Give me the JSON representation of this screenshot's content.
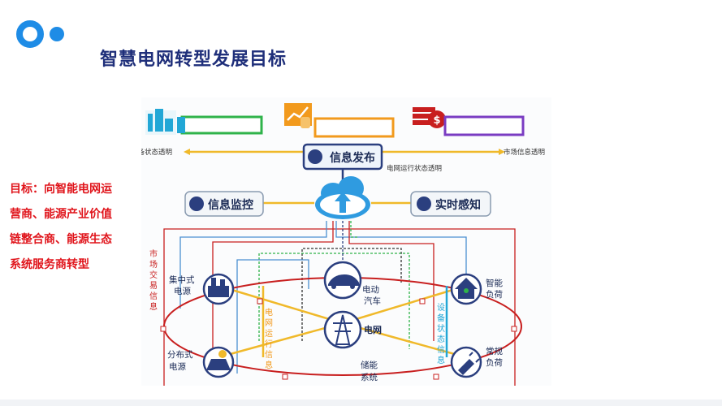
{
  "title": "智慧电网转型发展目标",
  "goal_lines": [
    "目标：向智能电网运",
    "营商、能源产业价值",
    "链整合商、能源生态",
    "系统服务商转型"
  ],
  "diagram": {
    "transparency_left": "电网设备状态透明",
    "transparency_right": "市场信息透明",
    "info_publish": "信息发布",
    "grid_run_transparent": "电网运行状态透明",
    "info_monitor": "信息监控",
    "realtime_sense": "实时感知",
    "market_trade_info": [
      "市",
      "场",
      "交",
      "易",
      "信",
      "息"
    ],
    "central_power": [
      "集中式",
      "电源"
    ],
    "distributed_power": [
      "分布式",
      "电源"
    ],
    "ev": [
      "电动",
      "汽车"
    ],
    "grid": "电网",
    "storage": [
      "储能",
      "系统"
    ],
    "smart_load": [
      "智能",
      "负荷"
    ],
    "normal_load": [
      "常规",
      "负荷"
    ],
    "grid_run_info": [
      "电",
      "网",
      "运",
      "行",
      "信",
      "息"
    ],
    "device_status_info": [
      "设",
      "备",
      "状",
      "态",
      "信",
      "息"
    ]
  },
  "colors": {
    "title": "#1f2f7a",
    "goal": "#e0141b",
    "cyan": "#22a7d6",
    "green": "#2fb34a",
    "orange": "#f29a1d",
    "purple": "#7a3cc2",
    "red": "#c81f1f",
    "navy": "#2b3f7f",
    "yellow": "#f0b92a",
    "blue": "#2f6fd6"
  }
}
